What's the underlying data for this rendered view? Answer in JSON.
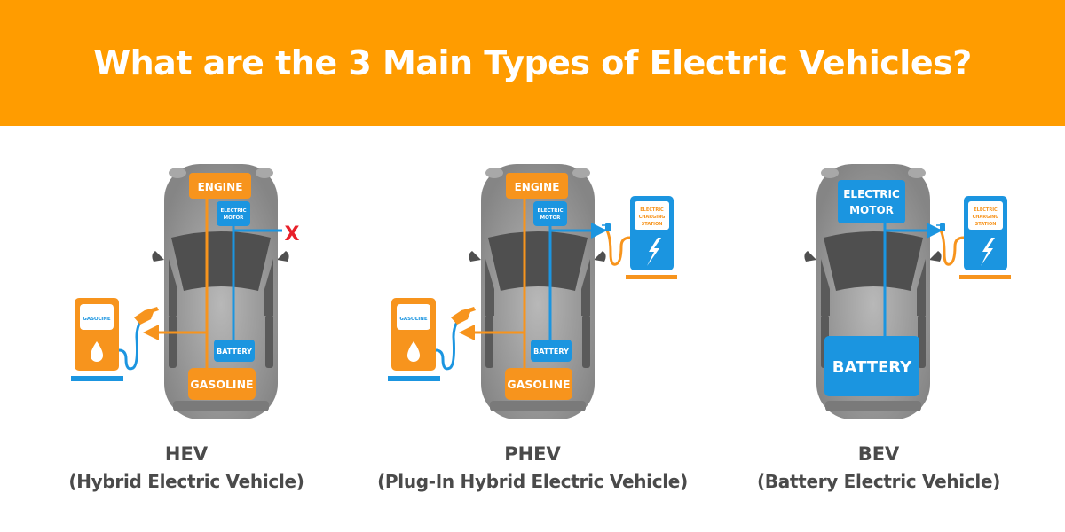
{
  "header": {
    "title": "What are the 3 Main Types of Electric Vehicles?",
    "background_color": "#ff9c00",
    "text_color": "#ffffff"
  },
  "colors": {
    "orange": "#f7941d",
    "blue": "#1b95e0",
    "car_body": "#8a8a8a",
    "car_dark": "#4f4f4f",
    "red_x": "#e8202a",
    "caption_text": "#4a4a4a"
  },
  "vehicles": [
    {
      "abbr": "HEV",
      "full_name": "(Hybrid Electric Vehicle)",
      "components": {
        "engine": "ENGINE",
        "motor_line1": "ELECTRIC",
        "motor_line2": "MOTOR",
        "battery": "BATTERY",
        "fuel_tank": "GASOLINE"
      },
      "gas_pump_label": "GASOLINE",
      "plug_in": false,
      "blocked_marker": "X"
    },
    {
      "abbr": "PHEV",
      "full_name": "(Plug-In Hybrid Electric Vehicle)",
      "components": {
        "engine": "ENGINE",
        "motor_line1": "ELECTRIC",
        "motor_line2": "MOTOR",
        "battery": "BATTERY",
        "fuel_tank": "GASOLINE"
      },
      "gas_pump_label": "GASOLINE",
      "plug_in": true,
      "charging_station": {
        "line1": "ELECTRIC",
        "line2": "CHARGING",
        "line3": "STATION"
      }
    },
    {
      "abbr": "BEV",
      "full_name": "(Battery Electric Vehicle)",
      "components": {
        "motor_line1": "ELECTRIC",
        "motor_line2": "MOTOR",
        "battery": "BATTERY"
      },
      "plug_in": true,
      "charging_station": {
        "line1": "ELECTRIC",
        "line2": "CHARGING",
        "line3": "STATION"
      }
    }
  ]
}
